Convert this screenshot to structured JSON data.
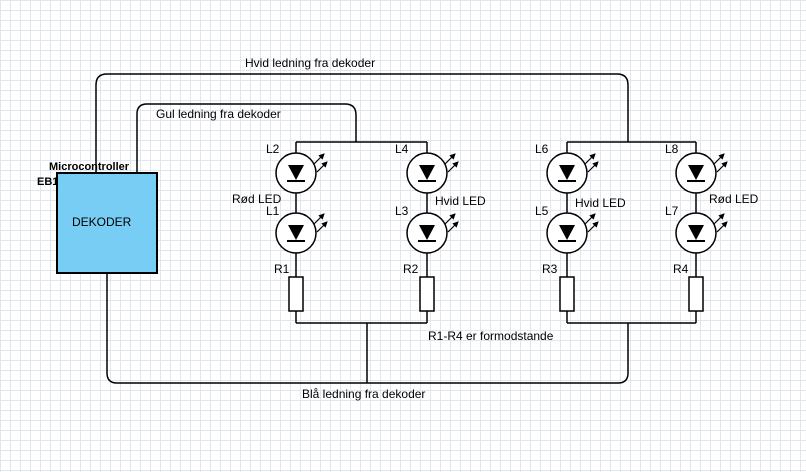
{
  "wires": {
    "white": "Hvid ledning fra dekoder",
    "yellow": "Gul ledning fra dekoder",
    "blue": "Blå ledning fra dekoder"
  },
  "decoder": {
    "caption": "Microcontroller",
    "tag": "EB1",
    "label": "DEKODER",
    "fill_color": "#77cdf3"
  },
  "leds": {
    "L1": "L1",
    "L2": "L2",
    "L3": "L3",
    "L4": "L4",
    "L5": "L5",
    "L6": "L6",
    "L7": "L7",
    "L8": "L8"
  },
  "led_types": {
    "red_left": "Rød LED",
    "white_left": "Hvid LED",
    "white_right": "Hvid LED",
    "red_right": "Rød LED"
  },
  "resistors": {
    "R1": "R1",
    "R2": "R2",
    "R3": "R3",
    "R4": "R4"
  },
  "note": "R1-R4 er formodstande"
}
